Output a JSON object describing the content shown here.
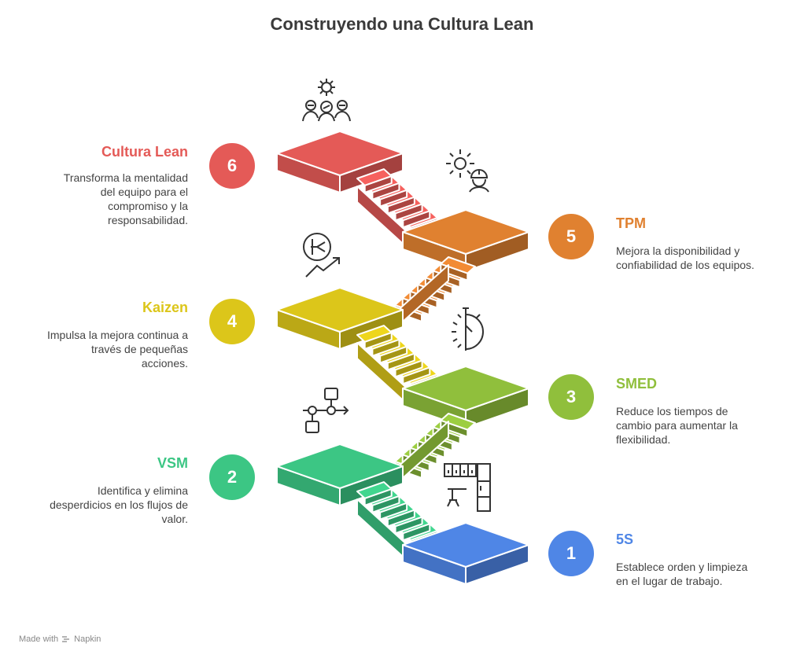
{
  "title": "Construyendo una Cultura Lean",
  "footer": {
    "made_with": "Made with",
    "brand": "Napkin"
  },
  "steps": [
    {
      "number": "1",
      "title": "5S",
      "description": "Establece orden y limpieza en el lugar de trabajo.",
      "color": "#4F86E6",
      "icon": "workspace-organization-icon"
    },
    {
      "number": "2",
      "title": "VSM",
      "description": "Identifica y elimina desperdicios en los flujos de valor.",
      "color": "#3CC684",
      "icon": "flow-map-icon"
    },
    {
      "number": "3",
      "title": "SMED",
      "description": "Reduce los tiempos de cambio para aumentar la flexibilidad.",
      "color": "#90BF3C",
      "icon": "stopwatch-icon"
    },
    {
      "number": "4",
      "title": "Kaizen",
      "description": "Impulsa la mejora continua a través de pequeñas acciones.",
      "color": "#DCC61A",
      "icon": "continuous-improvement-icon"
    },
    {
      "number": "5",
      "title": "TPM",
      "description": "Mejora la disponibilidad y confiabilidad de los equipos.",
      "color": "#E08130",
      "icon": "gear-engineer-icon"
    },
    {
      "number": "6",
      "title": "Cultura Lean",
      "description": "Transforma la mentalidad del equipo para el compromiso y la responsabilidad.",
      "color": "#E45A57",
      "icon": "team-gear-icon"
    }
  ]
}
